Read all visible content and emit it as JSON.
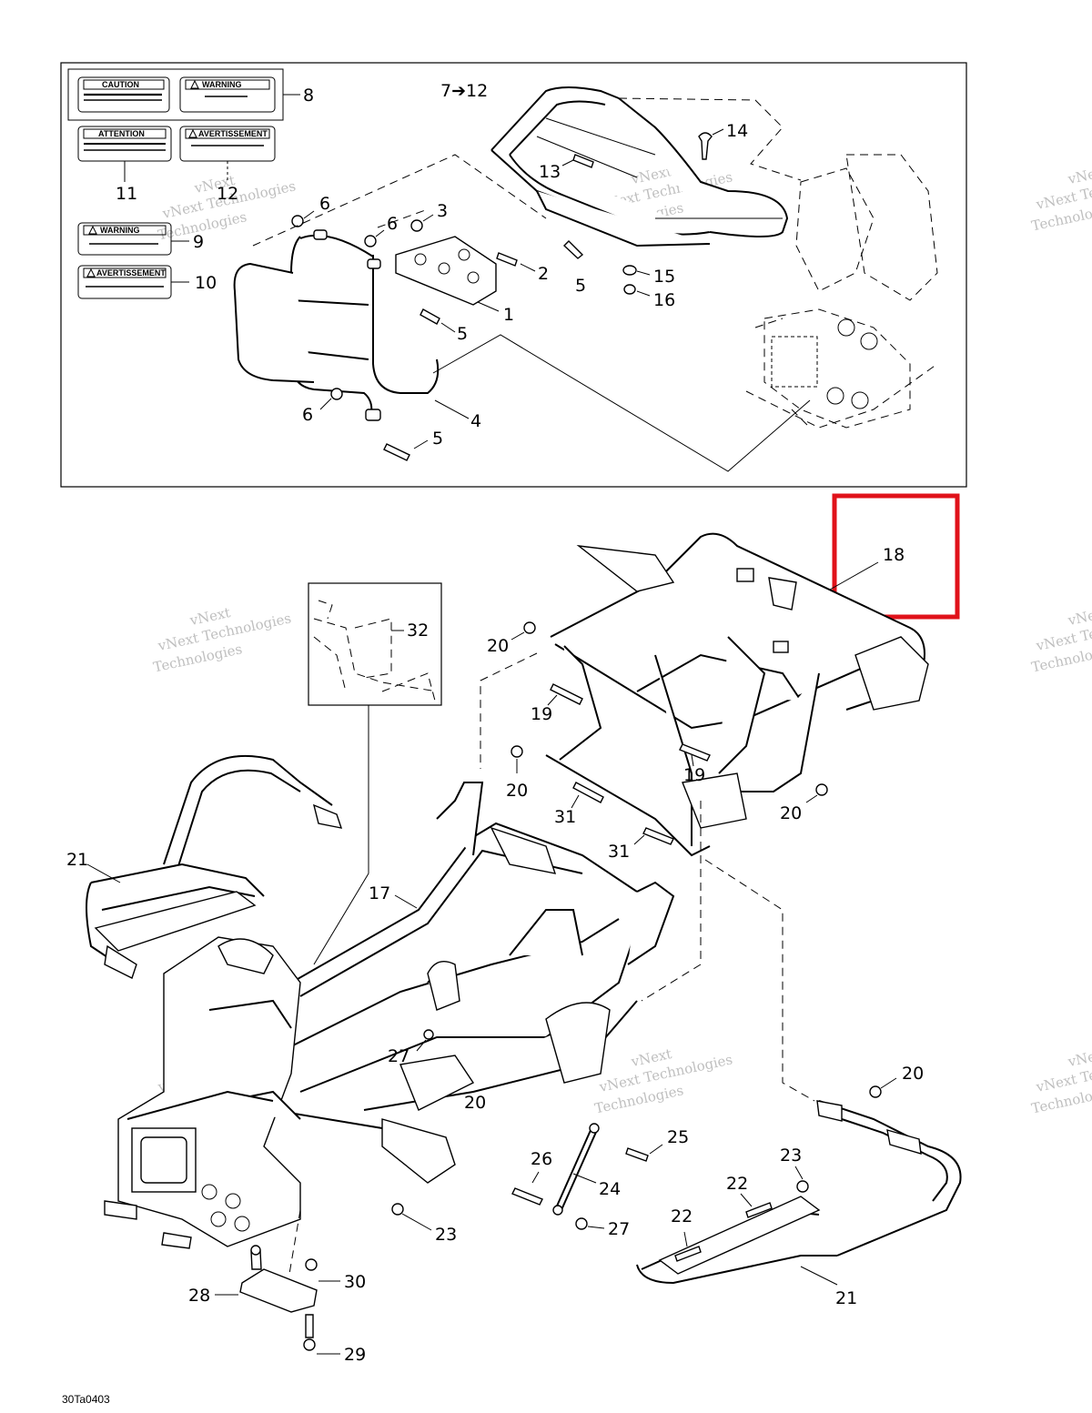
{
  "figure_code": "30Ta0403",
  "watermark": {
    "line1": "vNext",
    "line2": "vNext Technologies",
    "line3": "Technologies"
  },
  "labels": {
    "caution": "CAUTION",
    "warning": "WARNING",
    "attention": "ATTENTION",
    "avertissement": "AVERTISSEMENT"
  },
  "callouts": {
    "c1": "1",
    "c2": "2",
    "c3": "3",
    "c4": "4",
    "c5a": "5",
    "c5b": "5",
    "c5c": "5",
    "c6a": "6",
    "c6b": "6",
    "c6c": "6",
    "c7_12": "7➔12",
    "c8": "8",
    "c9": "9",
    "c10": "10",
    "c11": "11",
    "c12": "12",
    "c13": "13",
    "c14": "14",
    "c15": "15",
    "c16": "16",
    "c17": "17",
    "c18": "18",
    "c19a": "19",
    "c19b": "19",
    "c20a": "20",
    "c20b": "20",
    "c20c": "20",
    "c20d": "20",
    "c20e": "20",
    "c21a": "21",
    "c21b": "21",
    "c22a": "22",
    "c22b": "22",
    "c23a": "23",
    "c23b": "23",
    "c24": "24",
    "c25": "25",
    "c26": "26",
    "c27a": "27",
    "c27b": "27",
    "c28": "28",
    "c29": "29",
    "c30": "30",
    "c31a": "31",
    "c31b": "31",
    "c32": "32"
  },
  "highlight_color": "#e0121a"
}
